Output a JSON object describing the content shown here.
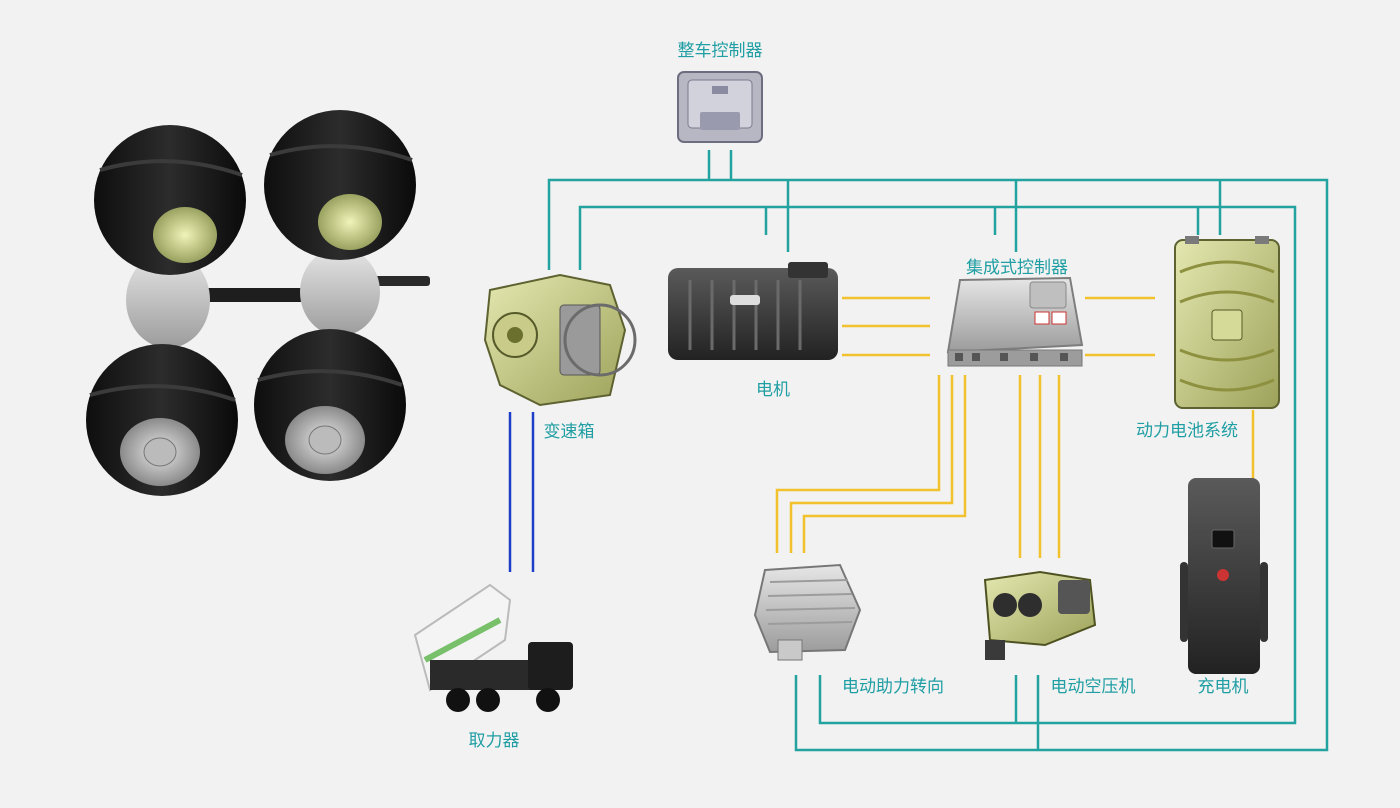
{
  "components": {
    "vcu": "整车控制器",
    "integrated_controller": "集成式控制器",
    "motor": "电机",
    "gearbox": "变速箱",
    "battery": "动力电池系统",
    "steering": "电动助力转向",
    "air_compressor": "电动空压机",
    "charger": "充电机",
    "pto": "取力器"
  },
  "colors": {
    "label": "#1f9ea3",
    "can_line": "#23a3a0",
    "power_line": "#f2c12e",
    "mechanical_line": "#1f3ec8",
    "background": "#f2f2f2"
  }
}
